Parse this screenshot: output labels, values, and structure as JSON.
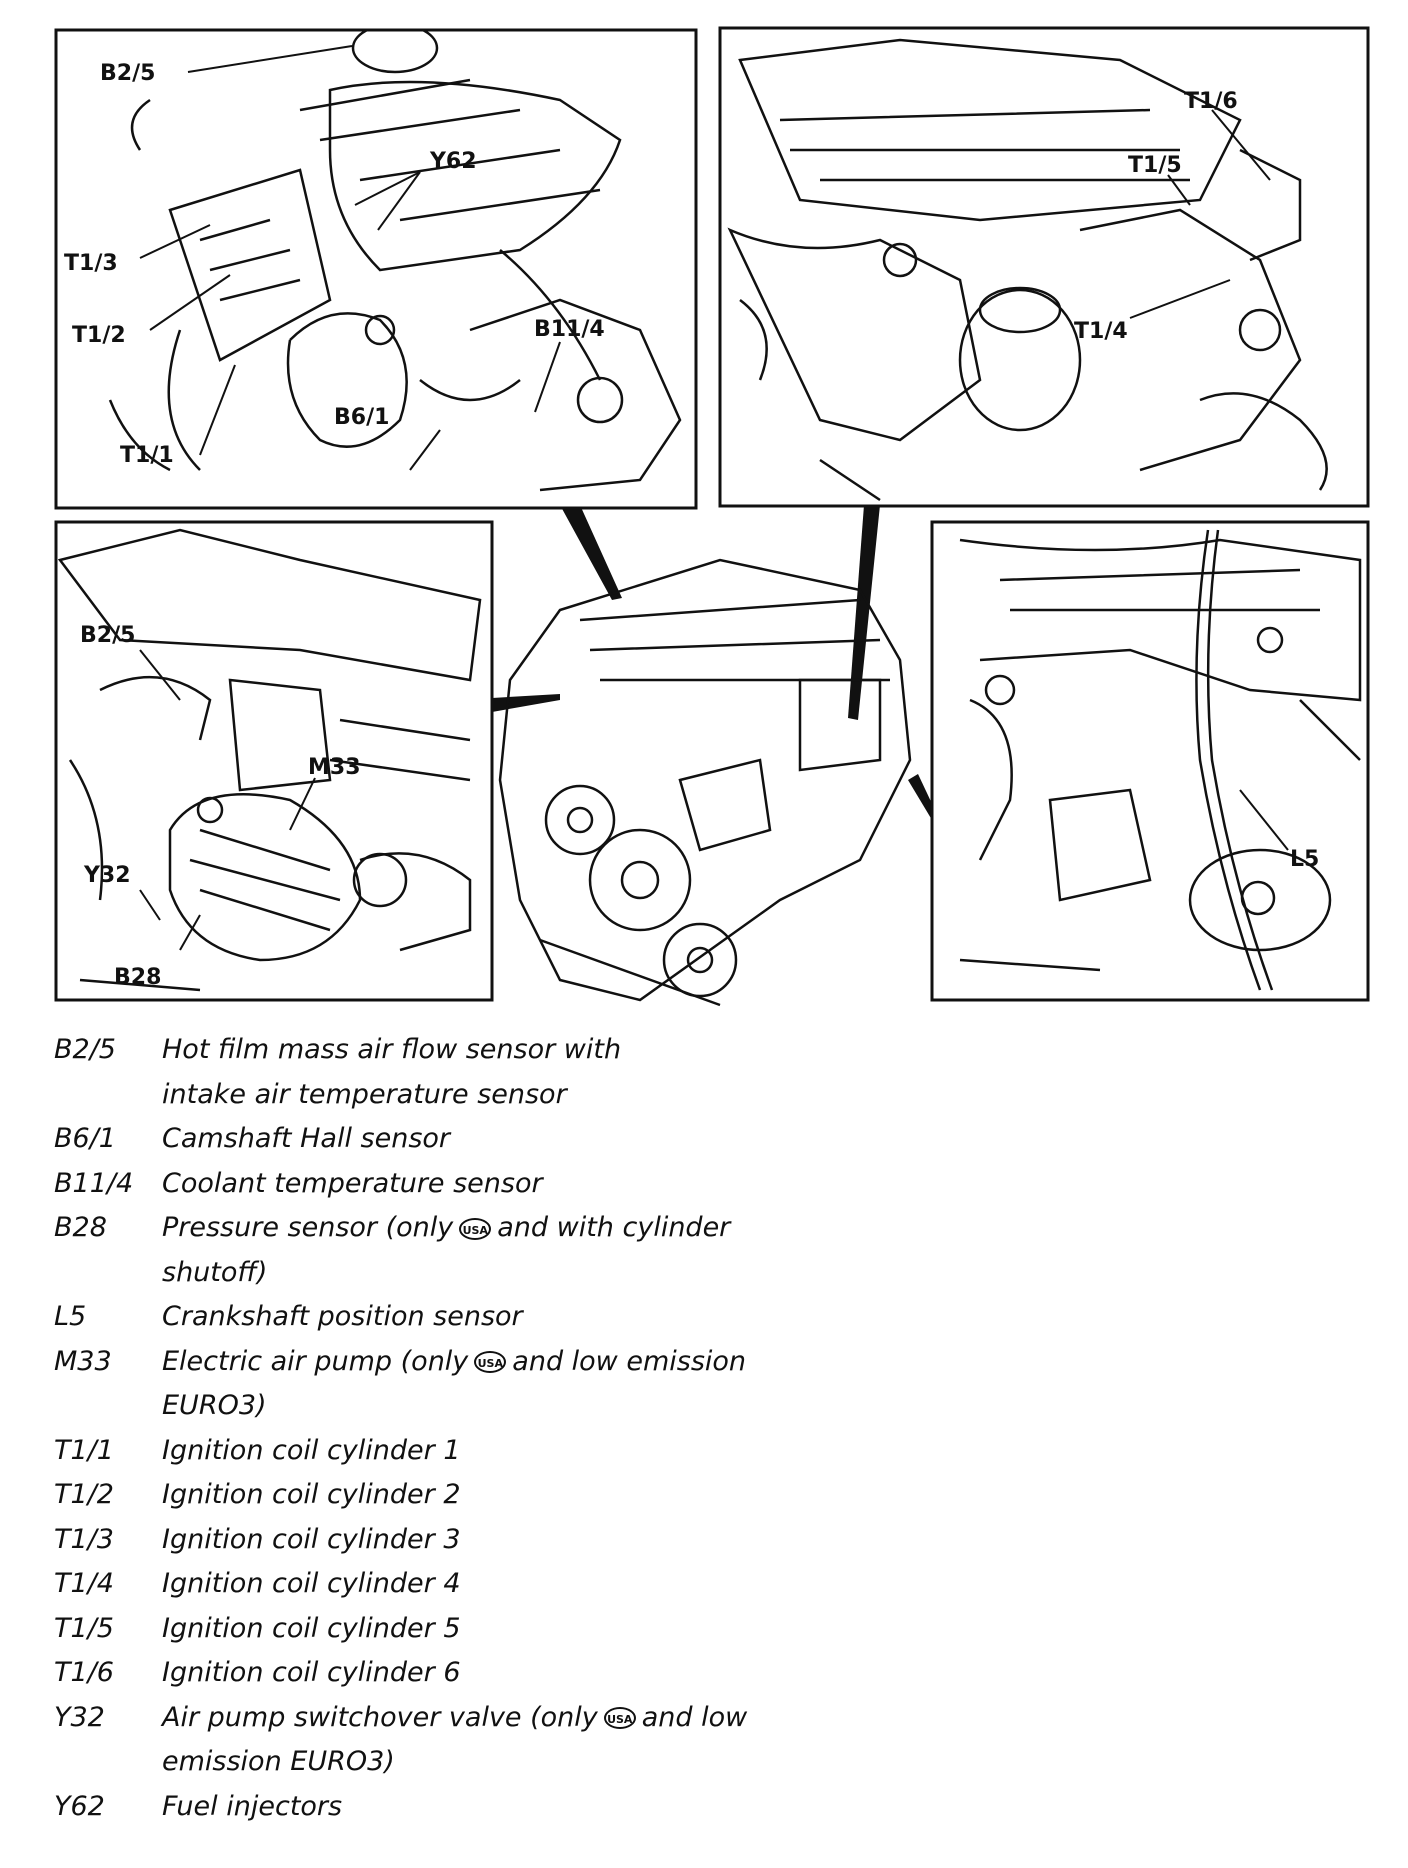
{
  "callouts": {
    "b2_5_top": "B2/5",
    "y62": "Y62",
    "t1_3": "T1/3",
    "t1_2": "T1/2",
    "t1_1": "T1/1",
    "b11_4": "B11/4",
    "b6_1": "B6/1",
    "t1_6": "T1/6",
    "t1_5": "T1/5",
    "t1_4": "T1/4",
    "b2_5_left": "B2/5",
    "m33": "M33",
    "y32": "Y32",
    "b28": "B28",
    "l5": "L5"
  },
  "legend": [
    {
      "code": "B2/5",
      "pre": "Hot film mass air flow sensor with",
      "post": "intake air temperature sensor",
      "usa": false
    },
    {
      "code": "B6/1",
      "pre": "Camshaft Hall sensor",
      "post": "",
      "usa": false
    },
    {
      "code": "B11/4",
      "pre": "Coolant temperature sensor",
      "post": "",
      "usa": false
    },
    {
      "code": "B28",
      "pre": "Pressure sensor (only",
      "post": "and with cylinder shutoff)",
      "usa": true
    },
    {
      "code": "L5",
      "pre": "Crankshaft position sensor",
      "post": "",
      "usa": false
    },
    {
      "code": "M33",
      "pre": "Electric air pump (only",
      "post": "and low emission EURO3)",
      "usa": true
    },
    {
      "code": "T1/1",
      "pre": "Ignition coil cylinder 1",
      "post": "",
      "usa": false
    },
    {
      "code": "T1/2",
      "pre": "Ignition coil cylinder 2",
      "post": "",
      "usa": false
    },
    {
      "code": "T1/3",
      "pre": "Ignition coil cylinder 3",
      "post": "",
      "usa": false
    },
    {
      "code": "T1/4",
      "pre": "Ignition coil cylinder 4",
      "post": "",
      "usa": false
    },
    {
      "code": "T1/5",
      "pre": "Ignition coil cylinder 5",
      "post": "",
      "usa": false
    },
    {
      "code": "T1/6",
      "pre": "Ignition coil cylinder 6",
      "post": "",
      "usa": false
    },
    {
      "code": "Y32",
      "pre": "Air pump switchover valve (only",
      "post": "and low emission EURO3)",
      "usa": true
    },
    {
      "code": "Y62",
      "pre": "Fuel injectors",
      "post": "",
      "usa": false
    }
  ],
  "usa_badge": "USA",
  "colors": {
    "ink": "#111111",
    "paper": "#ffffff"
  }
}
